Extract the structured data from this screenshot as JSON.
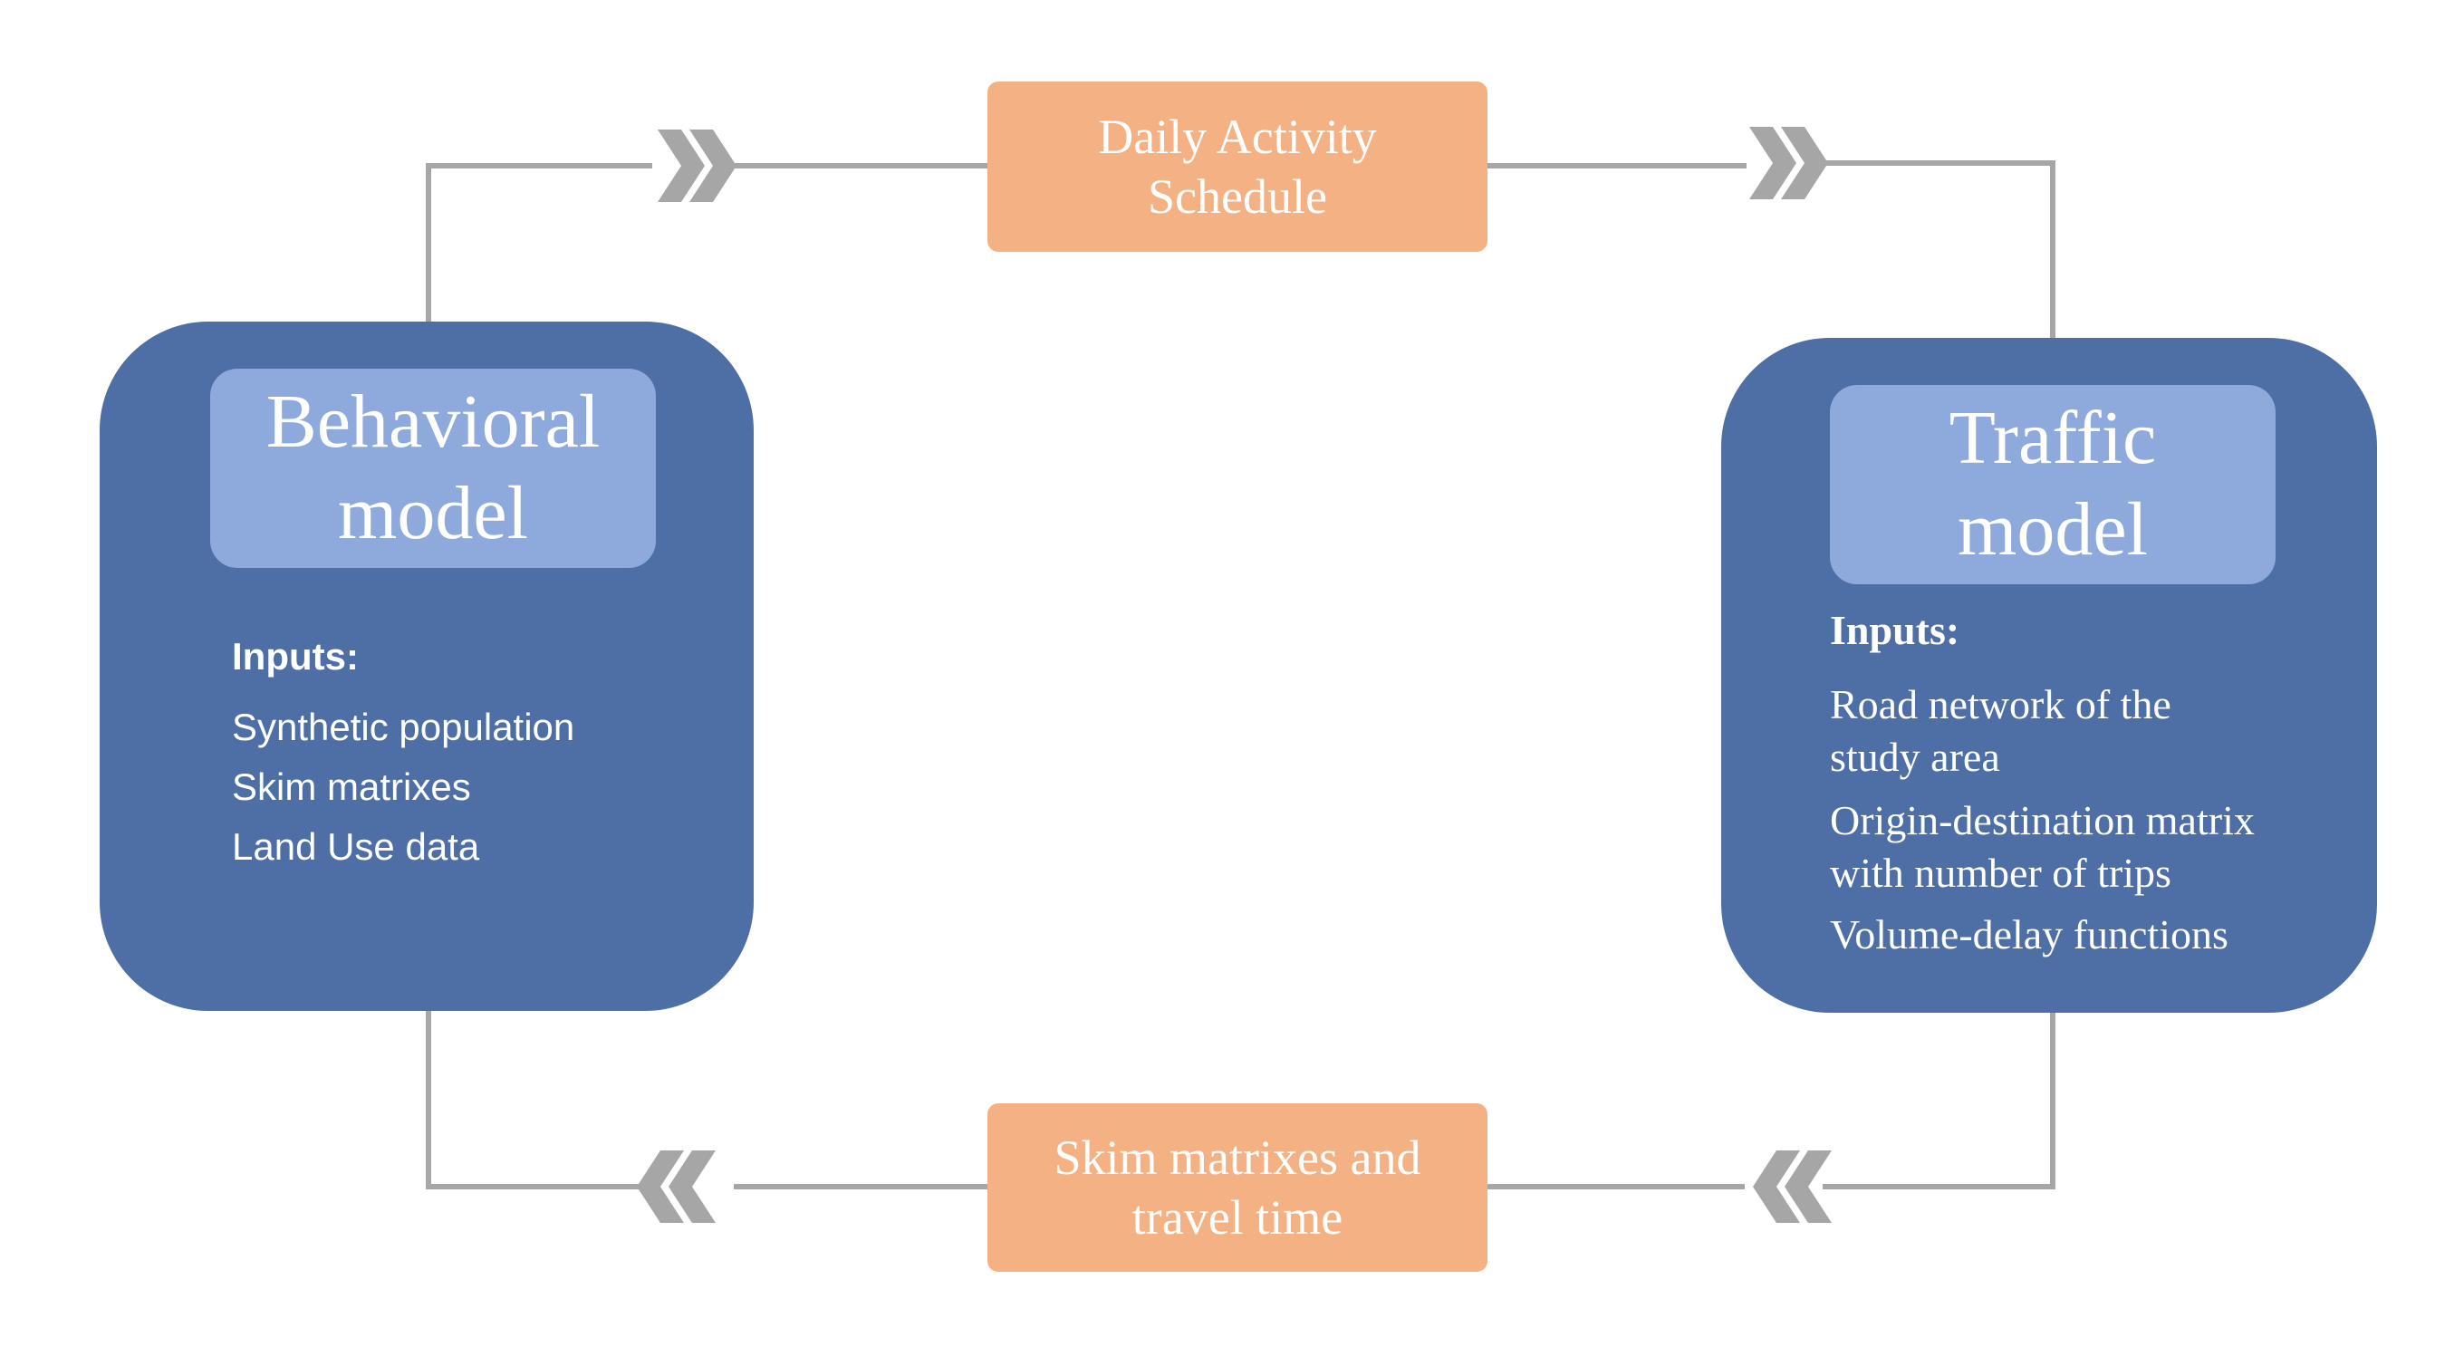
{
  "colors": {
    "model_fill": "#4e6ea6",
    "title_fill": "#8eaadc",
    "flow_fill": "#f4b183",
    "connector": "#a6a6a6",
    "text": "#ffffff"
  },
  "behavioral_model": {
    "title": "Behavioral model",
    "inputs_heading": "Inputs:",
    "inputs": [
      "Synthetic population",
      "Skim matrixes",
      "Land Use data"
    ]
  },
  "traffic_model": {
    "title": "Traffic model",
    "inputs_heading": "Inputs:",
    "inputs": [
      "Road network of the study area",
      "Origin-destination matrix with number of trips",
      "Volume-delay functions"
    ]
  },
  "top_flow": {
    "label": "Daily Activity Schedule",
    "direction_icon": "double-chevron-right-icon"
  },
  "bottom_flow": {
    "label": "Skim matrixes and travel time",
    "direction_icon": "double-chevron-left-icon"
  }
}
